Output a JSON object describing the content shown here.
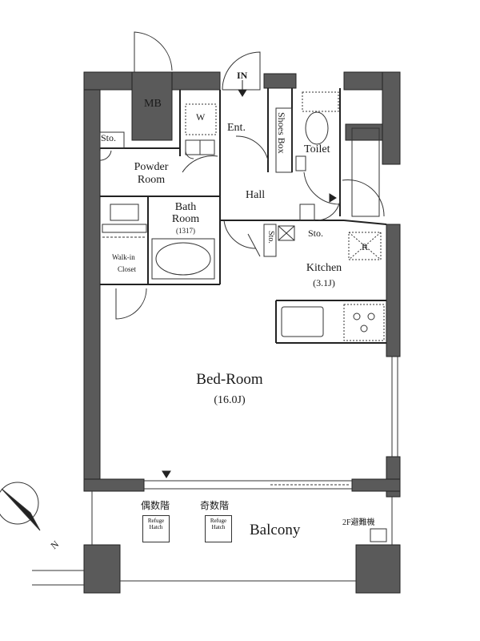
{
  "rooms": {
    "mb": "MB",
    "washer": "W",
    "entrance": "Ent.",
    "shoes_box": "Shoes Box",
    "toilet": "Toilet",
    "sto_top": "Sto.",
    "powder_room_l1": "Powder",
    "powder_room_l2": "Room",
    "hall": "Hall",
    "bath_room_l1": "Bath",
    "bath_room_l2": "Room",
    "bath_size": "(1317)",
    "sto_small": "Sto.",
    "sto_kitchen": "Sto.",
    "refrigerator": "R",
    "kitchen": "Kitchen",
    "kitchen_size": "(3.1J)",
    "walkin_l1": "Walk-in",
    "walkin_l2": "Closet",
    "bedroom": "Bed-Room",
    "bedroom_size": "(16.0J)",
    "balcony": "Balcony"
  },
  "entry_marker": "IN",
  "balcony_notes": {
    "even_floors": "偶数階",
    "odd_floors": "奇数階",
    "hatch_line1": "Refuge",
    "hatch_line2": "Hatch",
    "evac_device": "2F避難機"
  },
  "compass": {
    "north": "N"
  },
  "colors": {
    "wall": "#5a5a5a",
    "line": "#222222",
    "background": "#ffffff"
  }
}
